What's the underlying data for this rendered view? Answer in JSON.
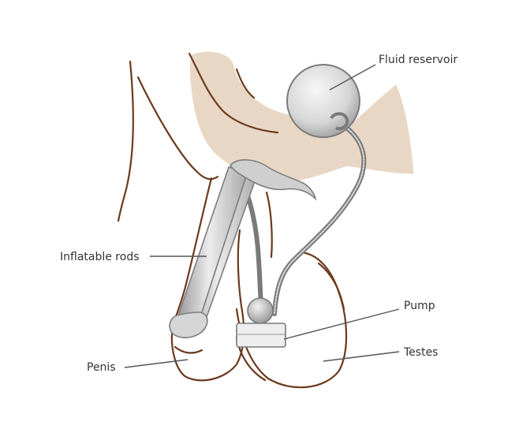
{
  "labels": {
    "fluid_reservoir": "Fluid reservoir",
    "inflatable_rods": "Inflatable rods",
    "pump": "Pump",
    "testes": "Testes",
    "penis": "Penis"
  },
  "colors": {
    "bone": "#e9d7c5",
    "outline": "#6b3a1f",
    "device_gray": "#9e9e9e",
    "device_light": "#e4e4e4",
    "label_text": "#333333",
    "leader_line": "#555555"
  }
}
